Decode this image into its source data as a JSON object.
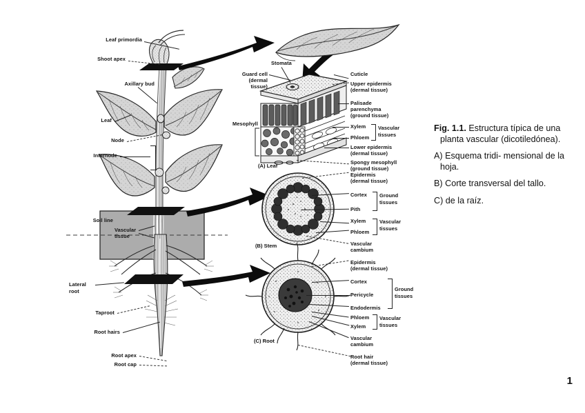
{
  "figure": {
    "id": "fig-1-1",
    "page_number": "1",
    "caption": {
      "label": "Fig. 1.1.",
      "title": "Estructura típica de una planta vascular (dicotiledónea).",
      "items": [
        "A) Esquema tridi-mensional de la hoja.",
        "B) Corte transversal del tallo.",
        "C) de la raíz."
      ],
      "lines": {
        "title_l1": "Estructura",
        "title_l2": "típica de una planta",
        "title_l3": "vascular",
        "title_l4": "(dicotiledónea).",
        "a_l1": "A) Esquema tridi-",
        "a_l2": "mensional de la",
        "a_l3": "hoja.",
        "b_l1": "B) Corte transversal",
        "b_l2": "del tallo.",
        "c_l1": "C) de la raíz."
      }
    }
  },
  "plant_diagram": {
    "name": "whole-plant",
    "labels": {
      "leaf_primordia": "Leaf primordia",
      "shoot_apex": "Shoot apex",
      "axillary_bud": "Axillary bud",
      "leaf": "Leaf",
      "node": "Node",
      "internode": "Internode",
      "soil_line": "Soil line",
      "vascular_tissue_l1": "Vascular",
      "vascular_tissue_l2": "tissue",
      "lateral_root_l1": "Lateral",
      "lateral_root_l2": "root",
      "taproot": "Taproot",
      "root_hairs": "Root hairs",
      "root_apex": "Root apex",
      "root_cap": "Root cap"
    }
  },
  "panel_a_leaf": {
    "name": "leaf-cross-section",
    "caption": "(A) Leaf",
    "labels": {
      "stomata": "Stomata",
      "guard_cell_l1": "Guard cell",
      "guard_cell_l2": "(dermal",
      "guard_cell_l3": "tissue)",
      "mesophyll": "Mesophyll",
      "cuticle": "Cuticle",
      "upper_epidermis_l1": "Upper epidermis",
      "upper_epidermis_l2": "(dermal tissue)",
      "palisade_l1": "Palisade",
      "palisade_l2": "parenchyma",
      "palisade_l3": "(ground tissue)",
      "xylem": "Xylem",
      "phloem": "Phloem",
      "vascular_tissues_l1": "Vascular",
      "vascular_tissues_l2": "tissues",
      "lower_epidermis_l1": "Lower epidermis",
      "lower_epidermis_l2": "(dermal tissue)",
      "spongy_l1": "Spongy mesophyll",
      "spongy_l2": "(ground tissue)"
    }
  },
  "panel_b_stem": {
    "name": "stem-cross-section",
    "caption": "(B) Stem",
    "labels": {
      "epidermis_l1": "Epidermis",
      "epidermis_l2": "(dermal tissue)",
      "cortex": "Cortex",
      "pith": "Pith",
      "ground_tissues_l1": "Ground",
      "ground_tissues_l2": "tissues",
      "xylem": "Xylem",
      "phloem": "Phloem",
      "vascular_tissues_l1": "Vascular",
      "vascular_tissues_l2": "tissues",
      "vascular_cambium_l1": "Vascular",
      "vascular_cambium_l2": "cambium"
    }
  },
  "panel_c_root": {
    "name": "root-cross-section",
    "caption": "(C) Root",
    "labels": {
      "epidermis_l1": "Epidermis",
      "epidermis_l2": "(dermal tissue)",
      "cortex": "Cortex",
      "pericycle": "Pericycle",
      "endodermis": "Endodermis",
      "ground_tissues_l1": "Ground",
      "ground_tissues_l2": "tissues",
      "phloem": "Phloem",
      "xylem": "Xylem",
      "vascular_tissues_l1": "Vascular",
      "vascular_tissues_l2": "tissues",
      "vascular_cambium_l1": "Vascular",
      "vascular_cambium_l2": "cambium",
      "root_hair_l1": "Root hair",
      "root_hair_l2": "(dermal tissue)"
    }
  },
  "colors": {
    "ink": "#111111",
    "soil_box": "#a8a8a8",
    "tissue_fill": "#d9d9d9",
    "dark_tissue": "#4a4a4a",
    "paper": "#ffffff"
  }
}
